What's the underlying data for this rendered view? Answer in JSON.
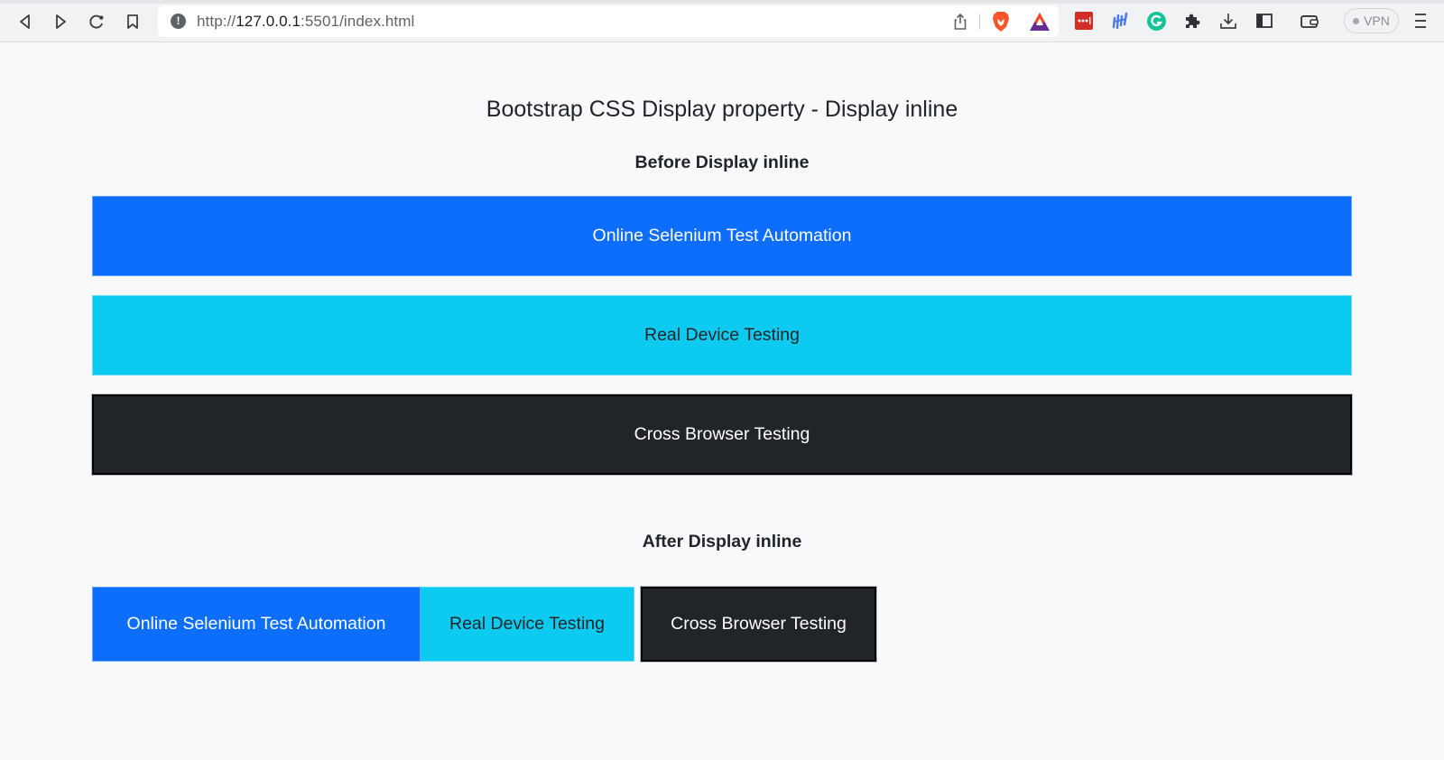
{
  "browser": {
    "url_prefix": "http://",
    "url_host": "127.0.0.1",
    "url_rest": ":5501/index.html",
    "nav_icons": [
      "back-icon",
      "forward-icon",
      "reload-icon",
      "bookmark-icon"
    ],
    "urlbar_icons": [
      "site-info-icon",
      "share-icon",
      "brave-shields-icon",
      "brave-rewards-icon"
    ],
    "extension_icons": [
      "lastpass-icon",
      "extension-bars-icon",
      "grammarly-icon",
      "extensions-puzzle-icon",
      "downloads-icon",
      "sidebar-icon",
      "wallet-icon"
    ],
    "vpn_label": "VPN",
    "menu_icon": "hamburger-menu-icon"
  },
  "page": {
    "title": "Bootstrap CSS Display property - Display inline",
    "before": {
      "heading": "Before Display inline",
      "items": [
        {
          "label": "Online Selenium Test Automation",
          "color": "#0d6efd"
        },
        {
          "label": "Real Device Testing",
          "color": "#0dcaf0"
        },
        {
          "label": "Cross Browser Testing",
          "color": "#212529"
        }
      ]
    },
    "after": {
      "heading": "After Display inline",
      "items": [
        {
          "label": "Online Selenium Test Automation",
          "color": "#0d6efd"
        },
        {
          "label": "Real Device Testing",
          "color": "#0dcaf0"
        },
        {
          "label": "Cross Browser Testing",
          "color": "#212529"
        }
      ]
    },
    "background": "#f8f9fa"
  }
}
